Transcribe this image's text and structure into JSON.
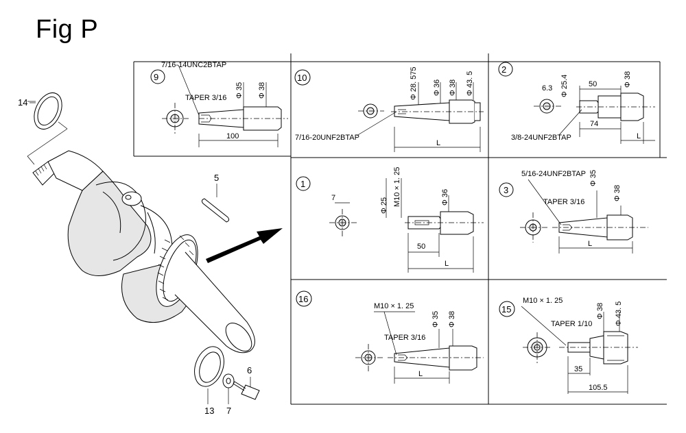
{
  "figure_title": "Fig P",
  "parts_callouts": {
    "p14": "14",
    "p5": "5",
    "p13": "13",
    "p7": "7",
    "p6": "6"
  },
  "panels": [
    {
      "id": "9",
      "labels": {
        "thread": "7/16-14UNC2BTAP",
        "taper": "TAPER 3/16",
        "d1": "Φ 35",
        "d2": "Φ 38",
        "len": "100"
      }
    },
    {
      "id": "10",
      "labels": {
        "thread": "7/16-20UNF2BTAP",
        "d1": "Φ 28. 575",
        "d2": "Φ 36",
        "d3": "Φ 38",
        "d4": "Φ 43. 5",
        "len": "L"
      }
    },
    {
      "id": "2",
      "labels": {
        "small": "6.3",
        "d1": "Φ 25.4",
        "len1": "50",
        "d2": "Φ 38",
        "len2": "74",
        "thread": "3/8-24UNF2BTAP",
        "len": "L"
      }
    },
    {
      "id": "1",
      "labels": {
        "small": "7",
        "d1": "Φ 25",
        "thread": "M10 × 1. 25",
        "d2": "Φ 36",
        "len1": "50",
        "len": "L"
      }
    },
    {
      "id": "3",
      "labels": {
        "thread": "5/16-24UNF2BTAP",
        "d1": "Φ 35",
        "taper": "TAPER 3/16",
        "d2": "Φ 38",
        "len": "L"
      }
    },
    {
      "id": "16",
      "labels": {
        "thread": "M10 × 1. 25",
        "taper": "TAPER 3/16",
        "d1": "Φ 35",
        "d2": "Φ 38",
        "len": "L"
      }
    },
    {
      "id": "15",
      "labels": {
        "thread": "M10 × 1. 25",
        "d1": "Φ 38",
        "d2": "Φ 43. 5",
        "taper": "TAPER 1/10",
        "len1": "35",
        "len2": "105.5"
      }
    }
  ]
}
